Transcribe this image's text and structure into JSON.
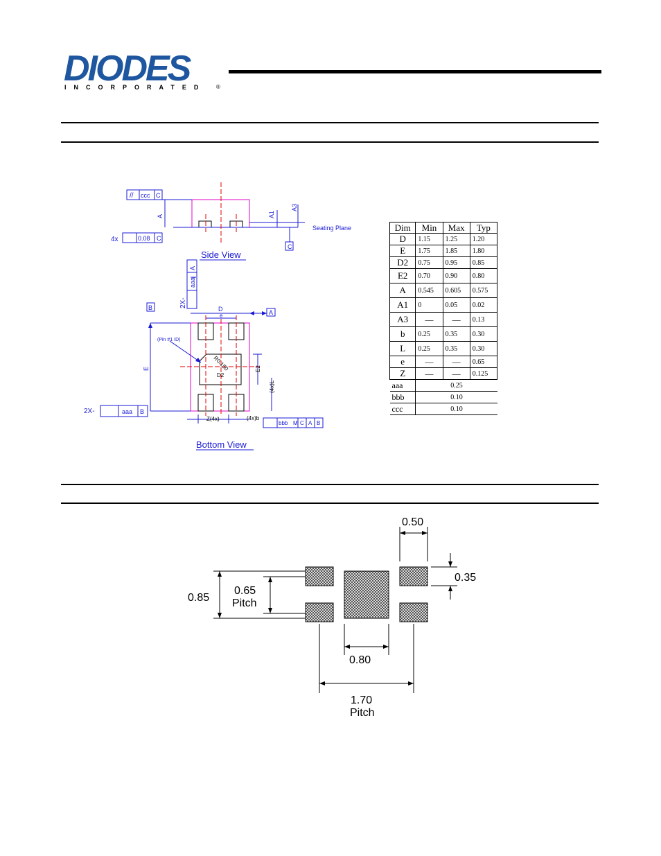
{
  "header": {
    "logo_text": "DIODES",
    "logo_subtext": "INCORPORATED",
    "logo_trademark": "®",
    "brand_color": "#1e56a0"
  },
  "package_outline": {
    "side_view_label": "Side View",
    "bottom_view_label": "Bottom View",
    "seating_plane_label": "Seating Plane",
    "pin1_label": "(Pin #1 ID)",
    "radius_label": "R0.150",
    "labels": {
      "ccc": "ccc",
      "c": "C",
      "a": "A",
      "a1": "A1",
      "a3": "A3",
      "four_x": "4x",
      "coplanarity": "0.08",
      "two_x": "2X-",
      "aaa": "aaa",
      "b": "B",
      "d": "D",
      "e_pitch": "e",
      "e_dim": "E",
      "d2": "D2",
      "e2": "E2",
      "four_x_l": "(4x)L",
      "z_4x": "Z(4x)",
      "four_x_b": "(4x)b",
      "bbb": "bbb",
      "m": "M",
      "two_x_left": "2X-"
    },
    "line_color": "#1a1ad6",
    "outline_color": "#e000c8",
    "centerline_color": "#e00000"
  },
  "dimensions_table": {
    "headers": [
      "Dim",
      "Min",
      "Max",
      "Typ"
    ],
    "rows": [
      {
        "dim": "D",
        "min": "1.15",
        "max": "1.25",
        "typ": "1.20"
      },
      {
        "dim": "E",
        "min": "1.75",
        "max": "1.85",
        "typ": "1.80"
      },
      {
        "dim": "D2",
        "min": "0.75",
        "max": "0.95",
        "typ": "0.85"
      },
      {
        "dim": "E2",
        "min": "0.70",
        "max": "0.90",
        "typ": "0.80"
      },
      {
        "dim": "A",
        "min": "0.545",
        "max": "0.605",
        "typ": "0.575"
      },
      {
        "dim": "A1",
        "min": "0",
        "max": "0.05",
        "typ": "0.02"
      },
      {
        "dim": "A3",
        "min": "—",
        "max": "—",
        "typ": "0.13"
      },
      {
        "dim": "b",
        "min": "0.25",
        "max": "0.35",
        "typ": "0.30"
      },
      {
        "dim": "L",
        "min": "0.25",
        "max": "0.35",
        "typ": "0.30"
      },
      {
        "dim": "e",
        "min": "—",
        "max": "—",
        "typ": "0.65"
      },
      {
        "dim": "Z",
        "min": "—",
        "max": "—",
        "typ": "0.125"
      }
    ],
    "tolerances": [
      {
        "dim": "aaa",
        "value": "0.25"
      },
      {
        "dim": "bbb",
        "value": "0.10"
      },
      {
        "dim": "ccc",
        "value": "0.10"
      }
    ]
  },
  "pad_layout": {
    "dim_0_50": "0.50",
    "dim_0_35": "0.35",
    "dim_0_85": "0.85",
    "dim_0_65": "0.65",
    "pitch_word": "Pitch",
    "dim_0_80": "0.80",
    "dim_1_70": "1.70"
  }
}
